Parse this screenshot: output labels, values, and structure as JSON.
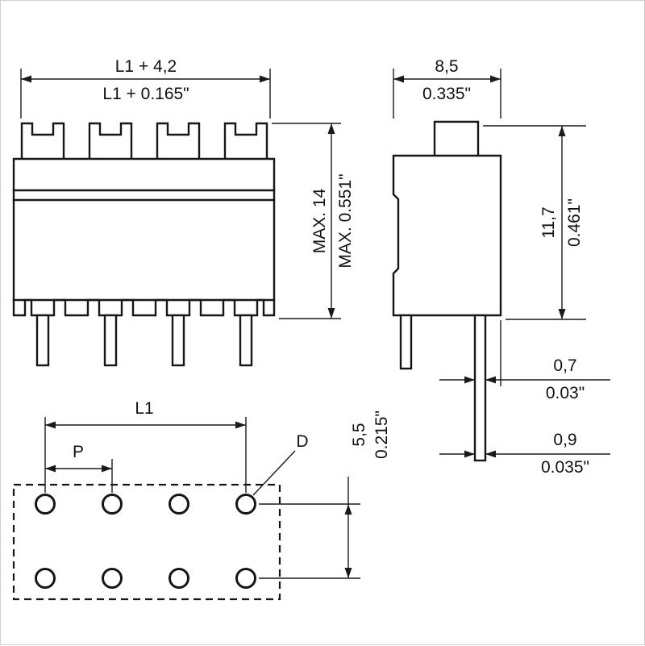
{
  "front": {
    "width_mm": "L1 + 4,2",
    "width_in": "L1 + 0.165\"",
    "height_mm": "MAX. 14",
    "height_in": "MAX. 0.551\""
  },
  "side": {
    "width_mm": "8,5",
    "width_in": "0.335\"",
    "height_mm": "11,7",
    "height_in": "0.461\"",
    "pin_thickness_mm": "0,7",
    "pin_thickness_in": "0.03\"",
    "pin_width_mm": "0,9",
    "pin_width_in": "0.035\""
  },
  "footprint": {
    "length_label": "L1",
    "pitch_label": "P",
    "hole_diameter_label": "D",
    "row_spacing_mm": "5,5",
    "row_spacing_in": "0.215\""
  },
  "colors": {
    "line": "#161616",
    "background": "#ffffff"
  }
}
